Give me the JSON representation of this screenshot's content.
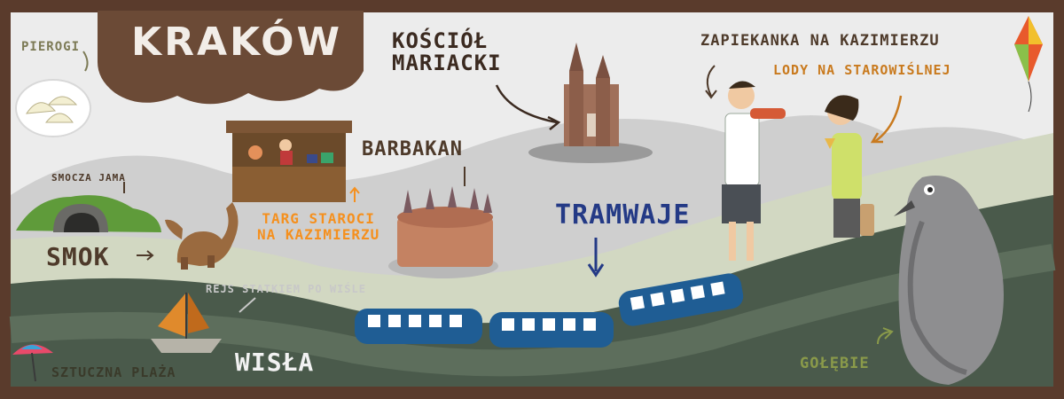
{
  "map": {
    "title": "KRAKÓW",
    "labels": {
      "pierogi": "PIEROGI",
      "smocza_jama": "SMOCZA JAMA",
      "smok": "SMOK",
      "kosciol_line1": "KOŚCIÓŁ",
      "kosciol_line2": "MARIACKI",
      "barbakan": "BARBAKAN",
      "taro_line1": "TARG STAROCI",
      "taro_line2": "NA KAZIMIERZU",
      "zapiekanka": "ZAPIEKANKA NA KAZIMIERZU",
      "lody": "LODY NA STAROWIŚLNEJ",
      "tramwaje": "TRAMWAJE",
      "rejs": "REJS STATKIEM PO WIŚLE",
      "wisla": "WISŁA",
      "plaza": "SZTUCZNA PLAŻA",
      "golebie": "GOŁĘBIE"
    },
    "colors": {
      "frame": "#5a3b2c",
      "sky": "#ececec",
      "hill": "#d2d8c2",
      "river": "#4a5a4b",
      "tram": "#1f5d94",
      "accent_orange": "#f5901e",
      "tram_text": "#243a86"
    },
    "icons": [
      "dumpling-icon",
      "cave-icon",
      "dragon-icon",
      "church-icon",
      "market-stall-icon",
      "barbican-icon",
      "tram-icon",
      "sailboat-icon",
      "umbrella-icon",
      "pigeon-icon",
      "kite-icon"
    ]
  }
}
